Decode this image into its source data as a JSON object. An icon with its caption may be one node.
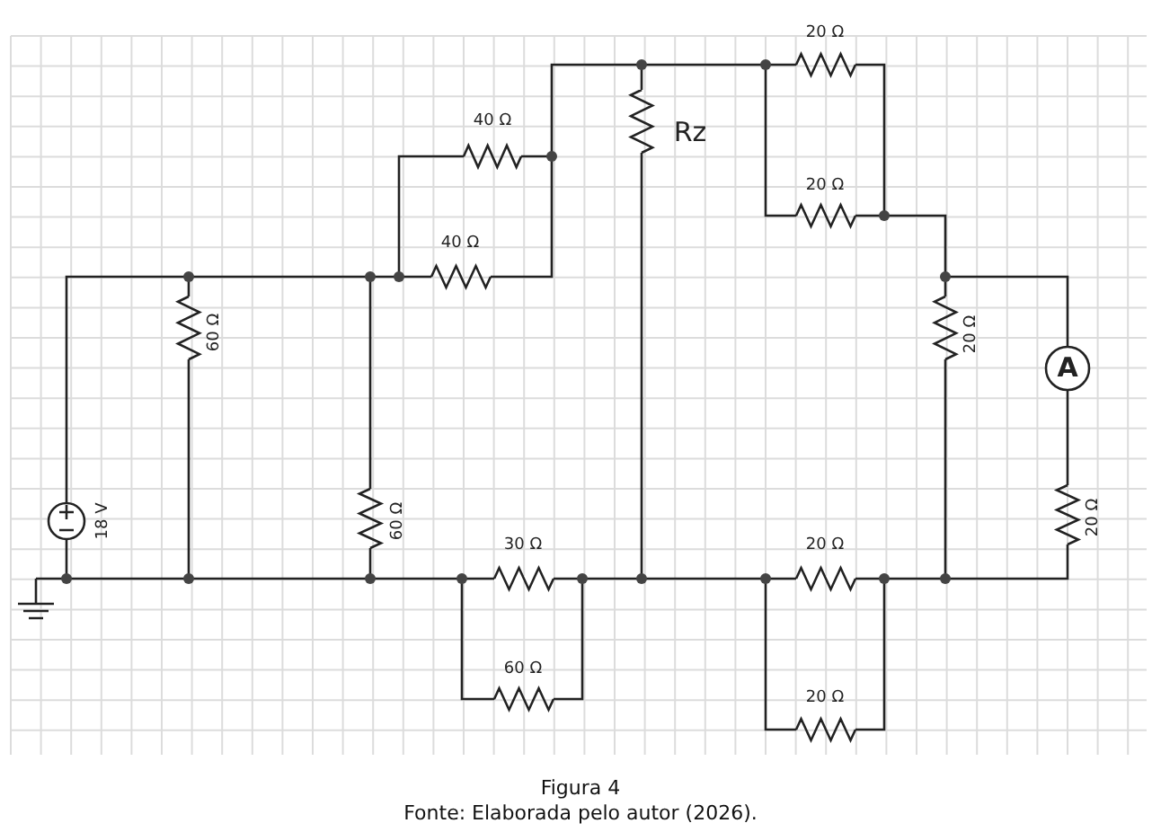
{
  "diagram": {
    "caption": "Figura 4",
    "labels": [
      "20 Ω",
      "40 Ω",
      "Rz",
      "20 Ω",
      "40 Ω",
      "60 Ω",
      "20 Ω",
      "A",
      "18 V",
      "60 Ω",
      "20 Ω",
      "30 Ω",
      "20 Ω",
      "60 Ω",
      "20 Ω",
      "Fonte: Elaborada pelo autor (2026)."
    ]
  }
}
